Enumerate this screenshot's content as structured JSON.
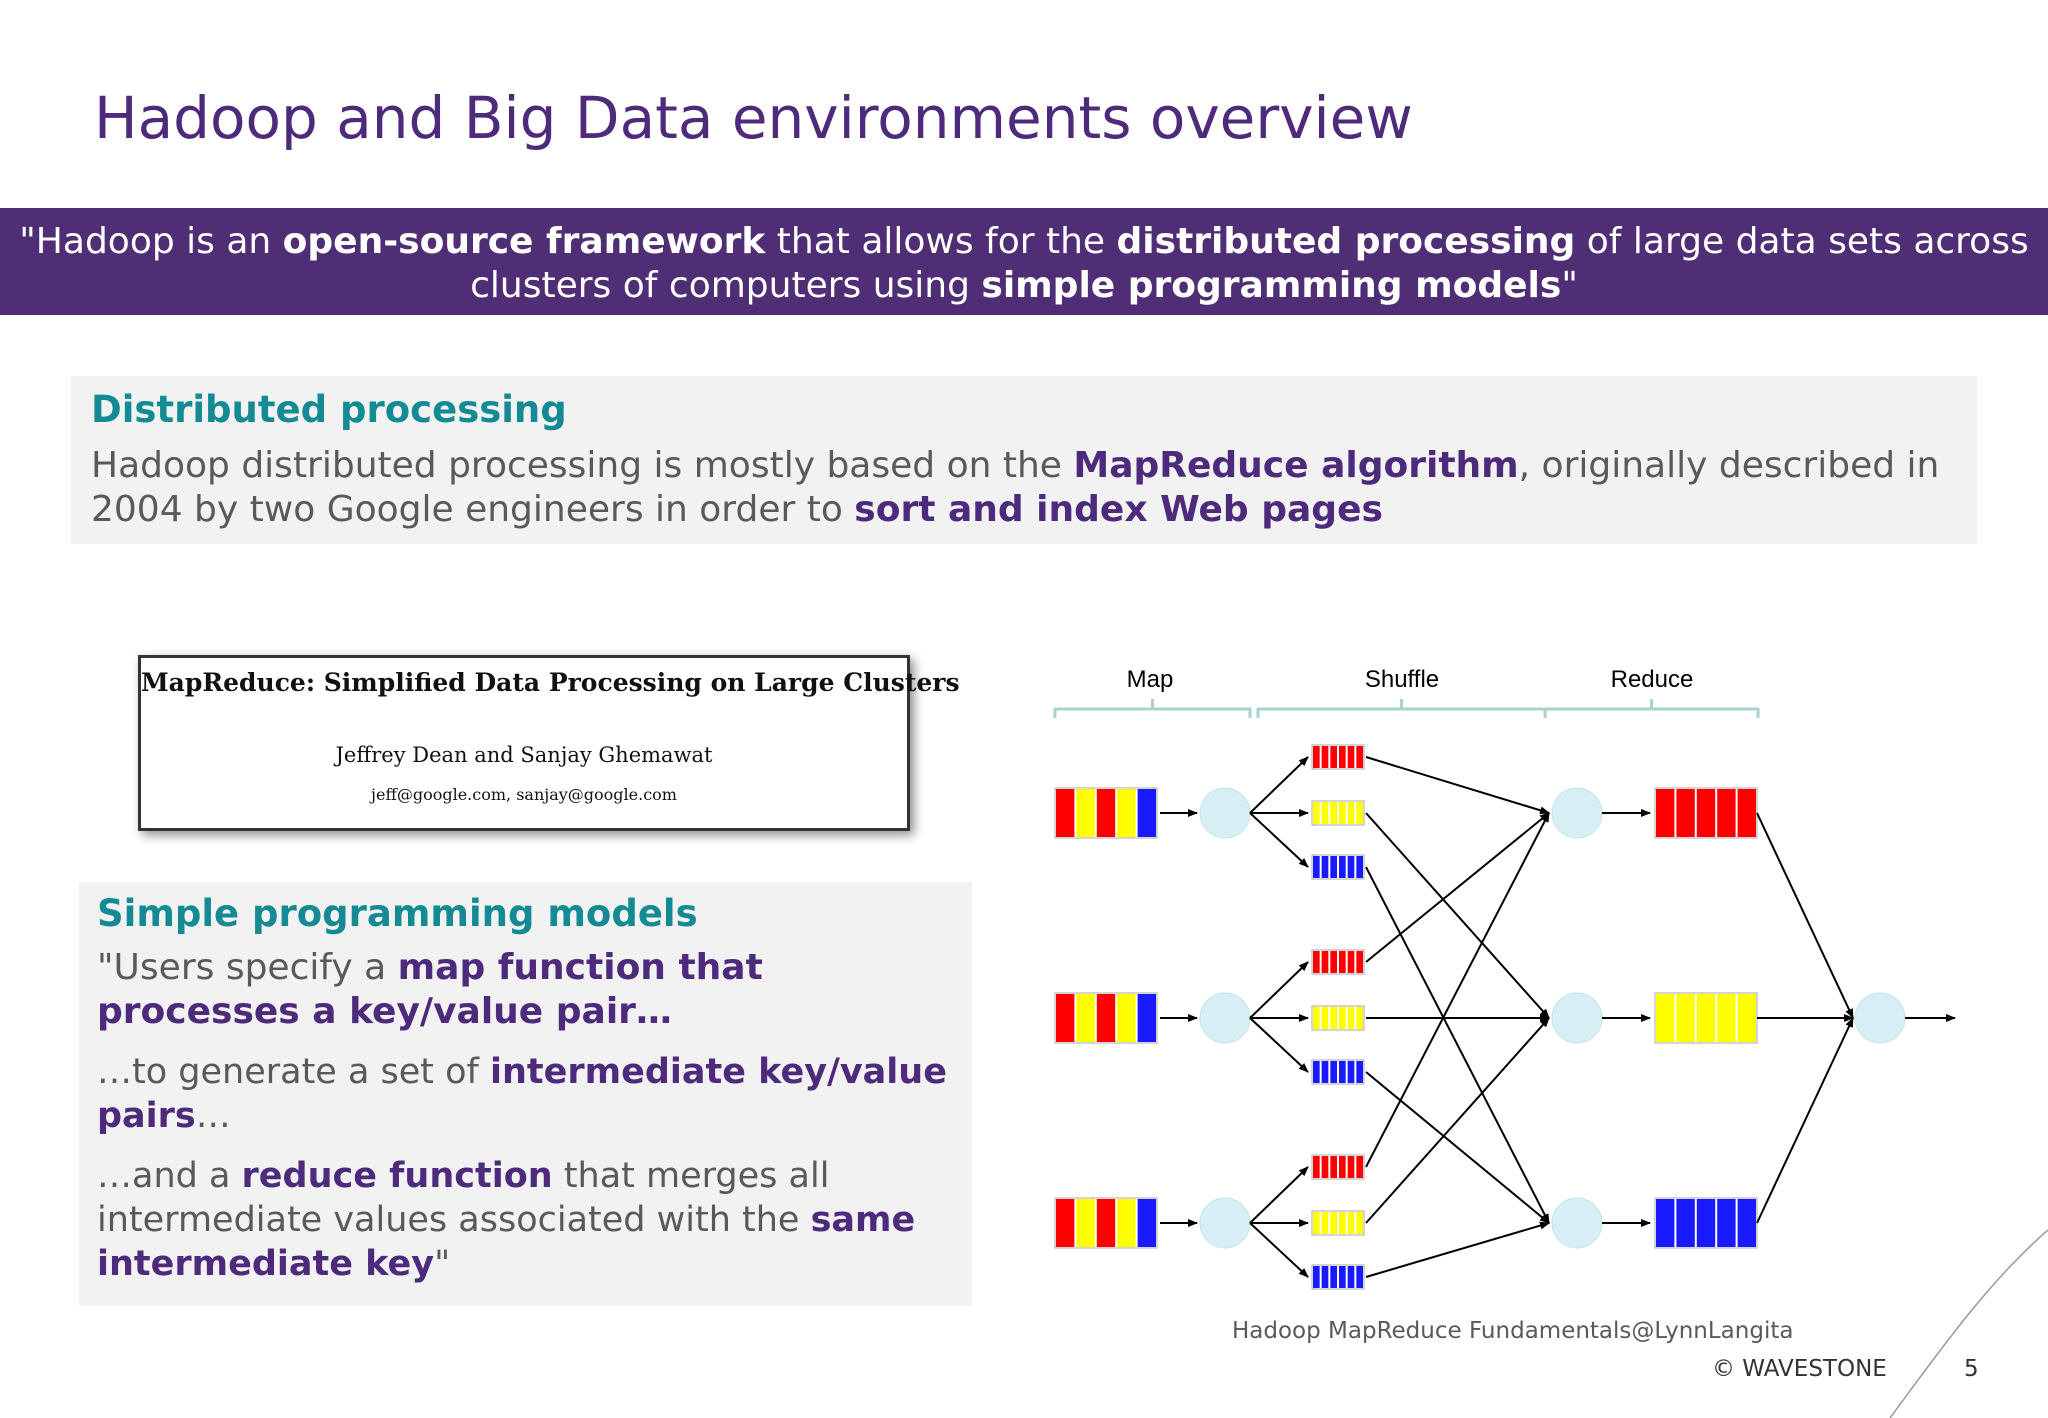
{
  "title": "Hadoop and Big Data environments overview",
  "banner": {
    "p1": "\"Hadoop is an ",
    "b1": "open-source framework",
    "p2": " that allows for the ",
    "b2": "distributed processing",
    "p3": " of large data sets across clusters of computers using ",
    "b3": "simple programming models",
    "p4": "\""
  },
  "distributed": {
    "heading": "Distributed processing",
    "p1": "Hadoop distributed processing is mostly based on the ",
    "b1": "MapReduce algorithm",
    "p2": ", originally described in 2004 by two Google engineers in order to ",
    "b2": "sort and index Web pages"
  },
  "paper": {
    "title": "MapReduce: Simplified Data Processing on Large Clusters",
    "authors": "Jeffrey Dean and Sanjay Ghemawat",
    "emails": "jeff@google.com, sanjay@google.com"
  },
  "simple": {
    "heading": "Simple programming models",
    "l1a": "\"Users specify a ",
    "l1b": "map function that processes a key/value pair…",
    "l2a": "…to generate a set of ",
    "l2b": "intermediate key/value pairs",
    "l2c": "…",
    "l3a": "…and a ",
    "l3b": "reduce function",
    "l3c": " that merges all intermediate values associated with the ",
    "l3d": "same intermediate key",
    "l3e": "\""
  },
  "diagram": {
    "stage_map": "Map",
    "stage_shuffle": "Shuffle",
    "stage_reduce": "Reduce",
    "colors": {
      "red": "#ff0000",
      "yellow": "#ffff00",
      "blue": "#1a1aff",
      "node": "#d6eef4"
    }
  },
  "credit": "Hadoop MapReduce Fundamentals@LynnLangita",
  "copyright": "© WAVESTONE",
  "page_number": "5"
}
